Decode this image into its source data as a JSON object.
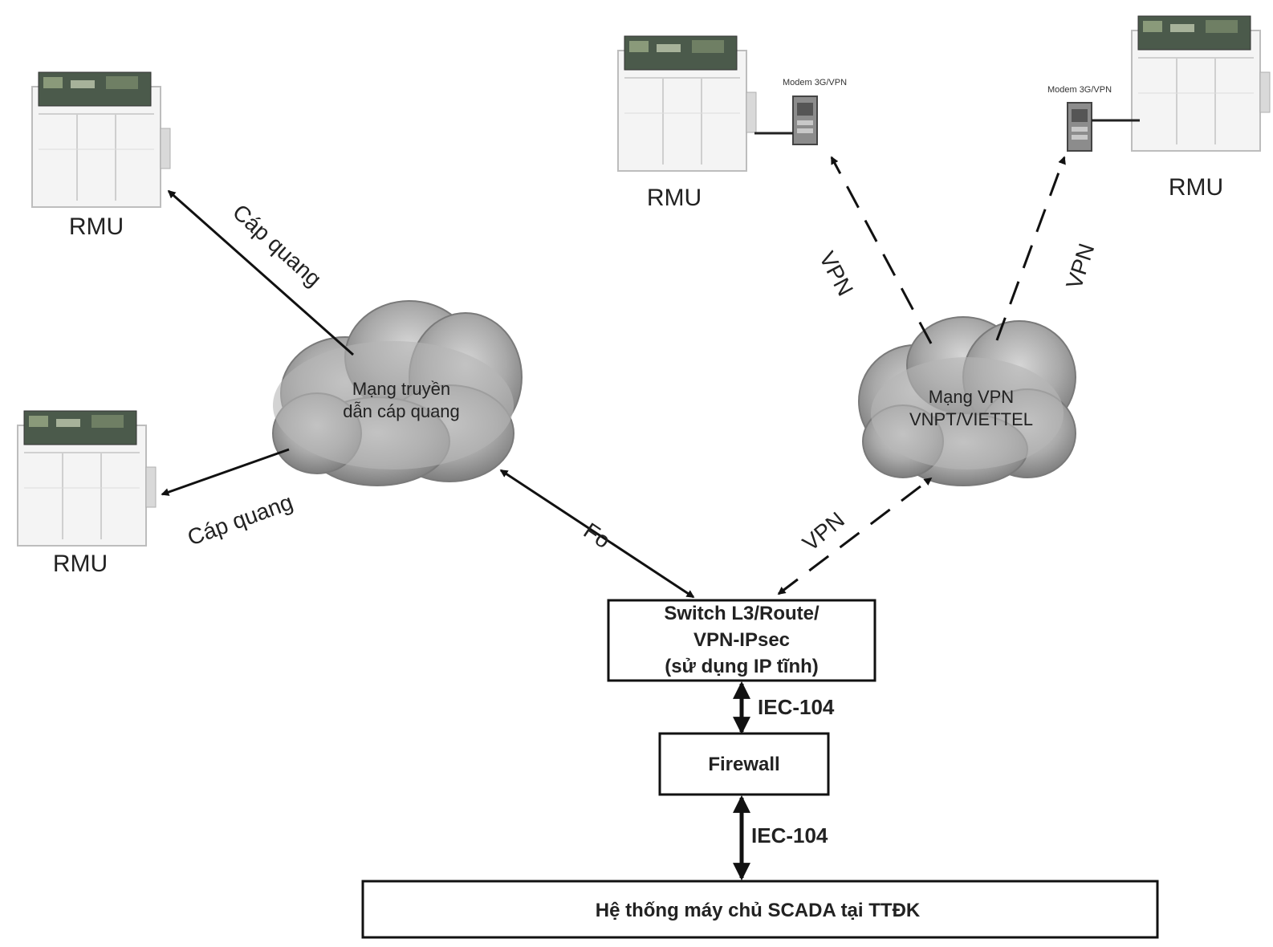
{
  "rmu_labels": {
    "left_top": "RMU",
    "left_bottom": "RMU",
    "right_a": "RMU",
    "right_b": "RMU"
  },
  "modems": {
    "a": "Modem 3G/VPN",
    "b": "Modem 3G/VPN"
  },
  "clouds": {
    "fiber": {
      "line1": "Mạng truyền",
      "line2": "dẫn cáp quang"
    },
    "vpn": {
      "line1": "Mạng VPN",
      "line2": "VNPT/VIETTEL"
    }
  },
  "edges": {
    "fiber_top": "Cáp quang",
    "fiber_bottom": "Cáp quang",
    "fo": "Fo",
    "vpn_a": "VPN",
    "vpn_b": "VPN",
    "vpn_switch": "VPN",
    "iec_1": "IEC-104",
    "iec_2": "IEC-104"
  },
  "boxes": {
    "switch": {
      "line1": "Switch L3/Route/",
      "line2": "VPN-IPsec",
      "line3": "(sử dụng IP tĩnh)"
    },
    "firewall": "Firewall",
    "scada": "Hệ thống máy chủ SCADA tại TTĐK"
  }
}
